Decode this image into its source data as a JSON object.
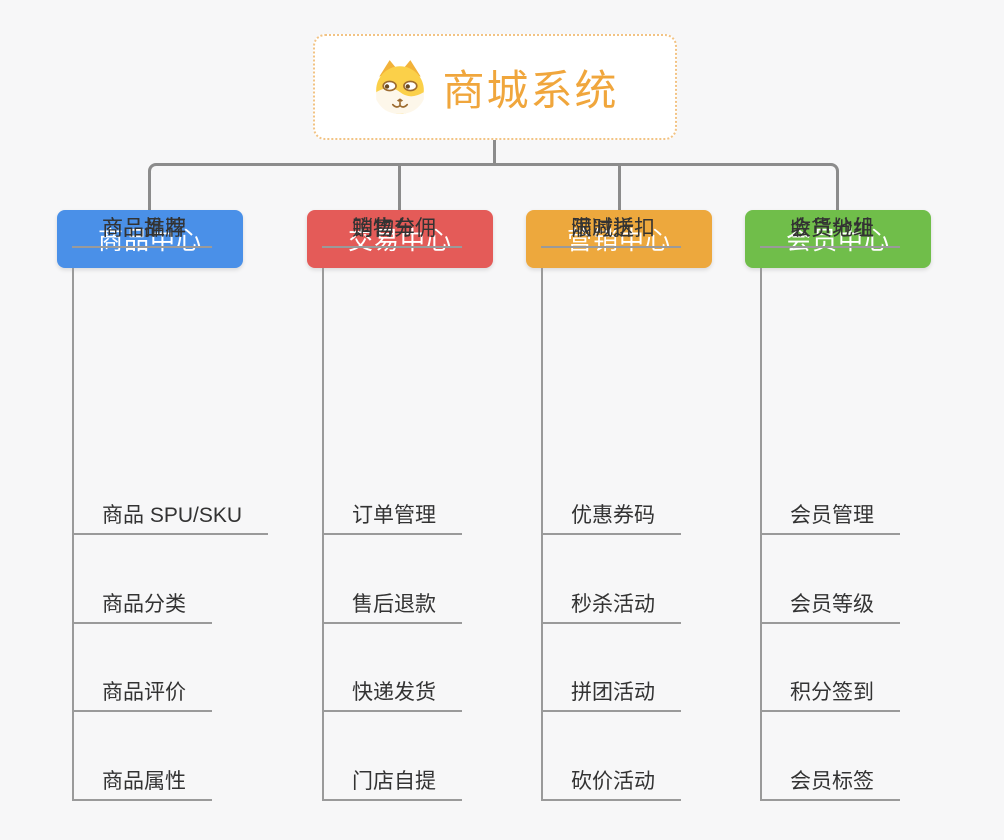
{
  "canvas": {
    "background": "#f7f7f8"
  },
  "root": {
    "title": "商城系统",
    "title_color": "#f0a63c",
    "border_color": "#f2c384",
    "icon": "doge-icon"
  },
  "connectors": {
    "color": "#8c8c8c",
    "leaf_line_color": "#9a9a9a"
  },
  "branches": [
    {
      "label": "商品中心",
      "color": "#4a90e8",
      "items": [
        {
          "label": "商品 SPU/SKU"
        },
        {
          "label": "商品分类"
        },
        {
          "label": "商品评价"
        },
        {
          "label": "商品属性"
        },
        {
          "label": "商品推荐"
        },
        {
          "label": "商品品牌"
        }
      ]
    },
    {
      "label": "交易中心",
      "color": "#e45b58",
      "items": [
        {
          "label": "订单管理"
        },
        {
          "label": "售后退款"
        },
        {
          "label": "快递发货"
        },
        {
          "label": "门店自提"
        },
        {
          "label": "购物车"
        },
        {
          "label": "销售分佣"
        }
      ]
    },
    {
      "label": "营销中心",
      "color": "#eda83d",
      "items": [
        {
          "label": "优惠券码"
        },
        {
          "label": "秒杀活动"
        },
        {
          "label": "拼团活动"
        },
        {
          "label": "砍价活动"
        },
        {
          "label": "限时折扣"
        },
        {
          "label": "满减送"
        }
      ]
    },
    {
      "label": "会员中心",
      "color": "#70be4a",
      "items": [
        {
          "label": "会员管理"
        },
        {
          "label": "会员等级"
        },
        {
          "label": "积分签到"
        },
        {
          "label": "会员标签"
        },
        {
          "label": "会员分组"
        },
        {
          "label": "收货地址"
        }
      ]
    }
  ]
}
